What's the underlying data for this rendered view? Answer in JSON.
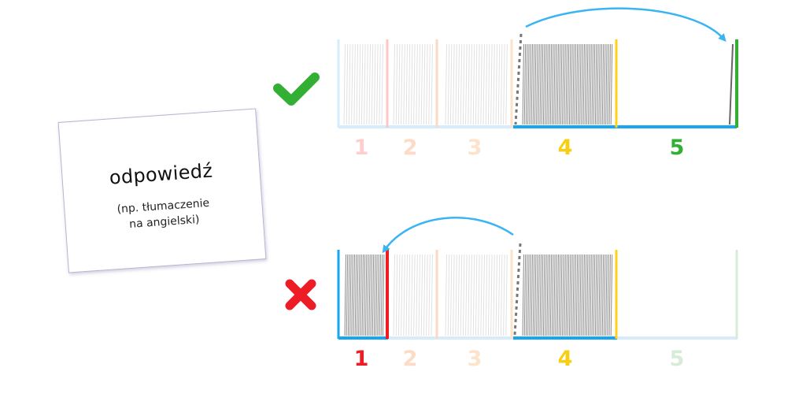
{
  "card": {
    "word": "odpowiedź",
    "hint_line1": "(np. tłumaczenie",
    "hint_line2": "na angielski)"
  },
  "colors": {
    "box1": "#ff2222",
    "box2": "#ff9040",
    "box3": "#ffae55",
    "box4": "#ffd21a",
    "box5": "#33b033",
    "blue_line": "#17a6ef",
    "check": "#33b033",
    "cross": "#ee1c25",
    "arrow": "#3ab4f2"
  },
  "rows": [
    {
      "id": "correct",
      "marker": "check-icon",
      "box_labels": [
        "1",
        "2",
        "3",
        "4",
        "5"
      ],
      "highlighted_boxes": [
        4,
        5
      ],
      "move": {
        "from_box": 4,
        "to_box": 5
      }
    },
    {
      "id": "wrong",
      "marker": "cross-icon",
      "box_labels": [
        "1",
        "2",
        "3",
        "4",
        "5"
      ],
      "highlighted_boxes": [
        1,
        4
      ],
      "move": {
        "from_box": 4,
        "to_box": 1
      }
    }
  ]
}
